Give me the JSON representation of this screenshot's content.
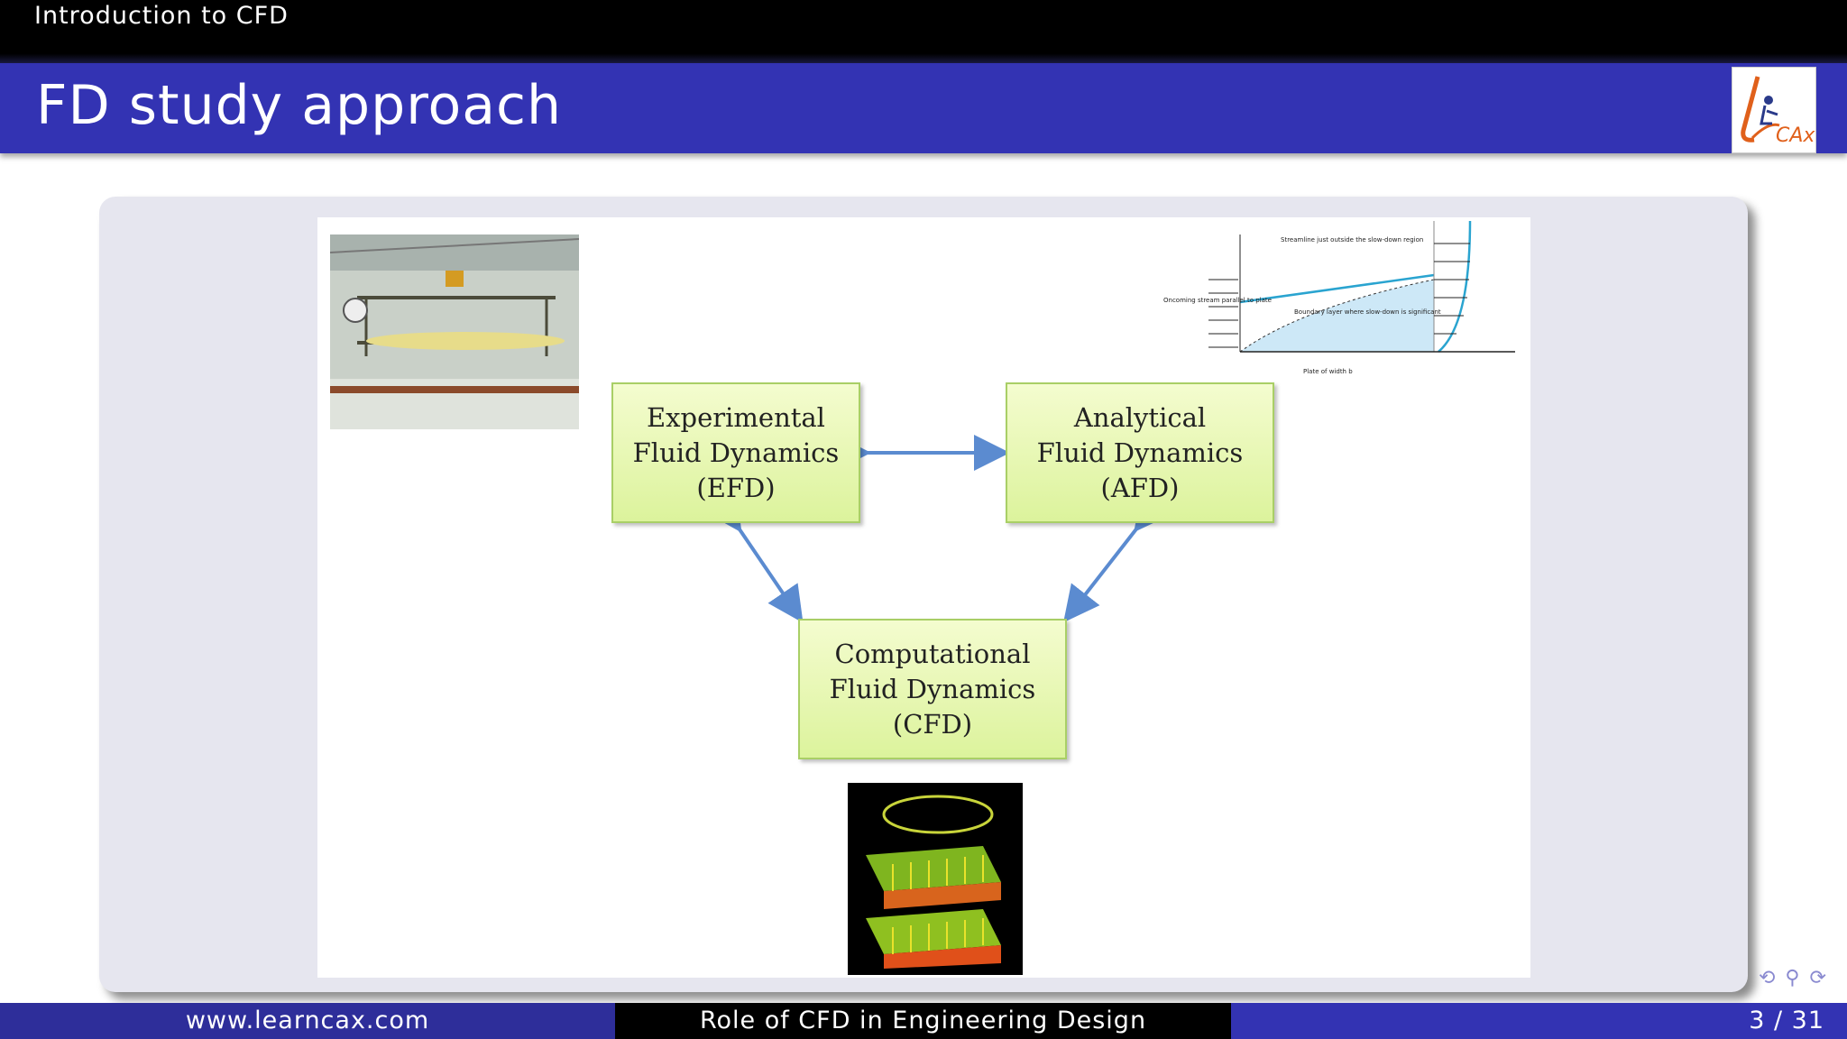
{
  "header": {
    "section": "Introduction to CFD",
    "title": "FD study approach",
    "logo_text": "CAx"
  },
  "diagram": {
    "efd": {
      "line1": "Experimental",
      "line2": "Fluid Dynamics",
      "line3": "(EFD)"
    },
    "afd": {
      "line1": "Analytical",
      "line2": "Fluid Dynamics",
      "line3": "(AFD)"
    },
    "cfd": {
      "line1": "Computational",
      "line2": "Fluid Dynamics",
      "line3": "(CFD)"
    }
  },
  "boundary_layer_figure": {
    "streamline_label": "Streamline just outside the slow-down region",
    "oncoming_label": "Oncoming stream parallel to plate",
    "bl_label": "Boundary layer where slow-down is significant",
    "plate_label": "Plate of width b"
  },
  "footer": {
    "website": "www.learncax.com",
    "talk_title": "Role of CFD in Engineering Design",
    "page": "3 / 31"
  },
  "colors": {
    "title_bar": "#3333b3",
    "box_fill": "#dcf39c",
    "arrow": "#5b8bd0"
  }
}
